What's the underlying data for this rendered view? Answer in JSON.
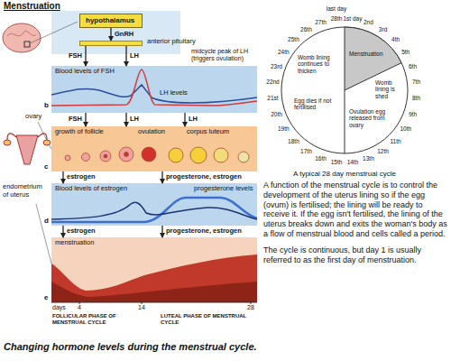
{
  "diagram": {
    "title": "Menstruation",
    "caption": "Changing hormone levels during the menstrual cycle.",
    "nodes": [
      {
        "text": [
          "hypothalamus"
        ]
      },
      {
        "text": [
          "anterior pituitary"
        ]
      },
      {
        "text": [
          "Blood levels of FSH",
          "LH levels"
        ]
      },
      {
        "text": [
          "growth of follicle",
          "ovulation",
          "corpus luteum"
        ]
      },
      {
        "text": [
          "Blood levels of estrogen",
          "progesterone levels"
        ]
      },
      {
        "text": [
          "menstruation"
        ]
      }
    ],
    "edges": [
      {
        "from": 0,
        "to": 1,
        "arrow": "to",
        "label": "GnRH"
      },
      {
        "from": 1,
        "to": 2,
        "arrow": "to",
        "label": "FSH"
      },
      {
        "from": 1,
        "to": 2,
        "arrow": "to",
        "label": "LH"
      },
      {
        "from": 2,
        "to": 3,
        "arrow": "to",
        "label": "FSH"
      },
      {
        "from": 2,
        "to": 3,
        "arrow": "to",
        "label": "LH"
      },
      {
        "from": 2,
        "to": 3,
        "arrow": "to",
        "label": "LH"
      },
      {
        "from": 3,
        "to": 4,
        "arrow": "to",
        "label": "estrogen"
      },
      {
        "from": 3,
        "to": 4,
        "arrow": "to",
        "label": "progesterone, estrogen"
      },
      {
        "from": 4,
        "to": 5,
        "arrow": "to",
        "label": "estrogen"
      },
      {
        "from": 4,
        "to": 5,
        "arrow": "to",
        "label": "progesterone, estrogen"
      }
    ],
    "labels": [
      "midcycle peak of LH (triggers ovulation)",
      "b",
      "c",
      "d",
      "e",
      "ovary",
      "endometrium of uterus",
      "days",
      "4",
      "14",
      "28",
      "FOLLICULAR PHASE OF MENSTRUAL CYCLE",
      "LUTEAL PHASE OF MENSTRUAL CYCLE",
      "last day",
      "1st day",
      "2nd",
      "3rd",
      "4th",
      "5th",
      "6th",
      "7th",
      "8th",
      "9th",
      "10th",
      "11th",
      "12th",
      "13th",
      "14th",
      "15th",
      "16th",
      "17th",
      "18th",
      "19th",
      "20th",
      "21st",
      "22nd",
      "23rd",
      "24th",
      "25th",
      "26th",
      "27th",
      "28th",
      "Menstruation",
      "Womb lining is shed",
      "Womb lining continues to thicken",
      "Egg dies if not fertilised",
      "Ovulation egg released from ovary",
      "A typical 28 day menstrual cycle",
      "A function of the menstrual cycle is to control the development of the uterus lining so if the egg (ovum) is fertilised; the lining will be ready to receive it. If the egg isn't fertilised, the lining of the uterus breaks down and exits the woman's body as a flow of menstrual blood and cells called a period.",
      "The cycle is continuous, but day 1 is usually referred to as the first day of menstruation."
    ]
  }
}
